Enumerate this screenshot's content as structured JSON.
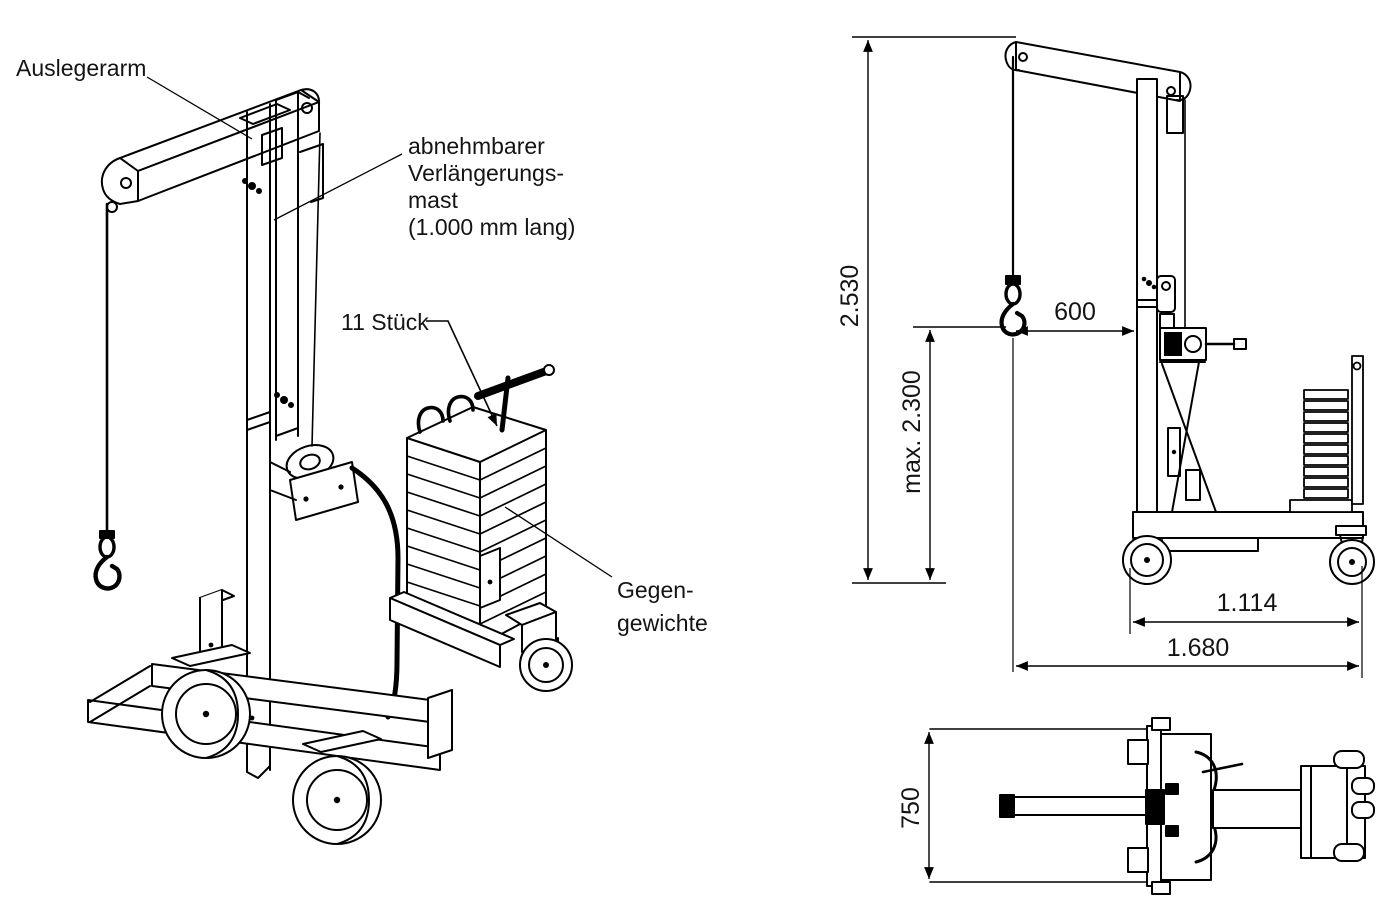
{
  "drawing": {
    "background": "#ffffff",
    "line_color": "#000000",
    "text_color": "#141414"
  },
  "labels": {
    "jib_arm": "Auslegerarm",
    "extension_mast": [
      "abnehmbarer",
      "Verlängerungs-",
      "mast",
      "(1.000 mm lang)"
    ],
    "count": "11 Stück",
    "counterweights": [
      "Gegen-",
      "gewichte"
    ]
  },
  "dimensions": {
    "overall_height": "2.530",
    "max_hook_height": "max. 2.300",
    "reach": "600",
    "base_length": "1.114",
    "overall_length": "1.680",
    "overall_width": "750"
  }
}
